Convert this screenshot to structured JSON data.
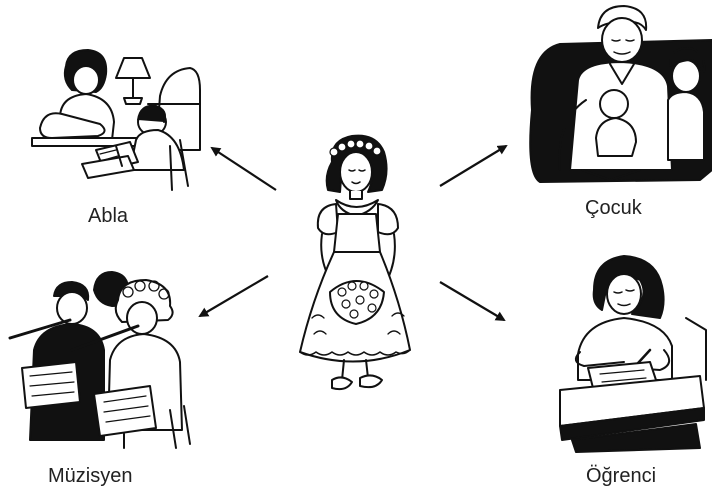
{
  "diagram": {
    "center": {
      "icon": "girl-in-dress-with-flower-crown-icon"
    },
    "roles": [
      {
        "label": "Abla",
        "icon": "older-sister-helping-child-read-icon"
      },
      {
        "label": "Çocuk",
        "icon": "father-with-children-on-armchair-icon"
      },
      {
        "label": "Müzisyen",
        "icon": "flute-players-reading-music-icon"
      },
      {
        "label": "Öğrenci",
        "icon": "student-writing-at-desk-icon"
      }
    ]
  }
}
